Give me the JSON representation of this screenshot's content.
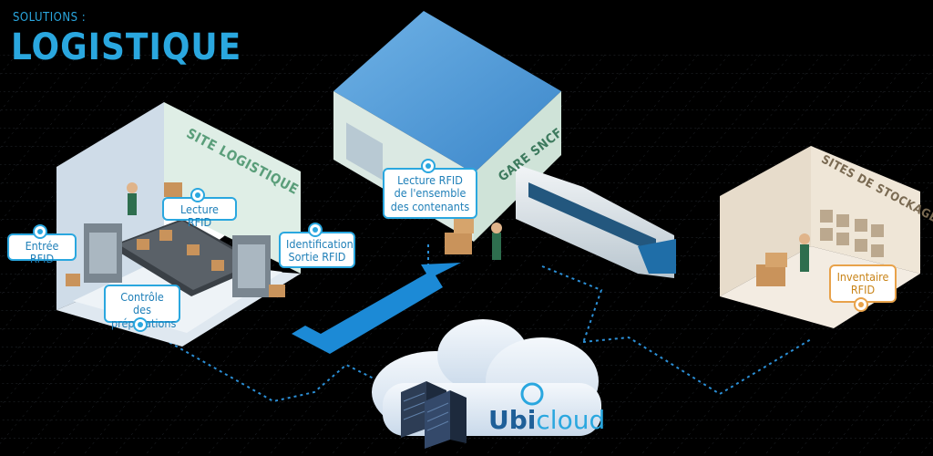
{
  "header": {
    "solutions": "SOLUTIONS :",
    "title": "LOGISTIQUE"
  },
  "buildings": {
    "site_logistique": "SITE LOGISTIQUE",
    "gare_sncf": "GARE SNCF",
    "sites_stockage": "SITES DE STOCKAGE"
  },
  "callouts": {
    "entree": "Entrée RFID",
    "lecture": "Lecture RFID",
    "controle": "Contrôle des préparations",
    "identification": "Identification Sortie RFID",
    "gare": "Lecture RFID de l'ensemble des contenants",
    "inventaire": "Inventaire RFID"
  },
  "cloud": {
    "logo_prefix": "Ubi",
    "logo_suffix": "cloud"
  },
  "colors": {
    "accent": "#2aa7df",
    "network": "#2b8fd6",
    "orange": "#e8a24a",
    "background": "#000000"
  }
}
